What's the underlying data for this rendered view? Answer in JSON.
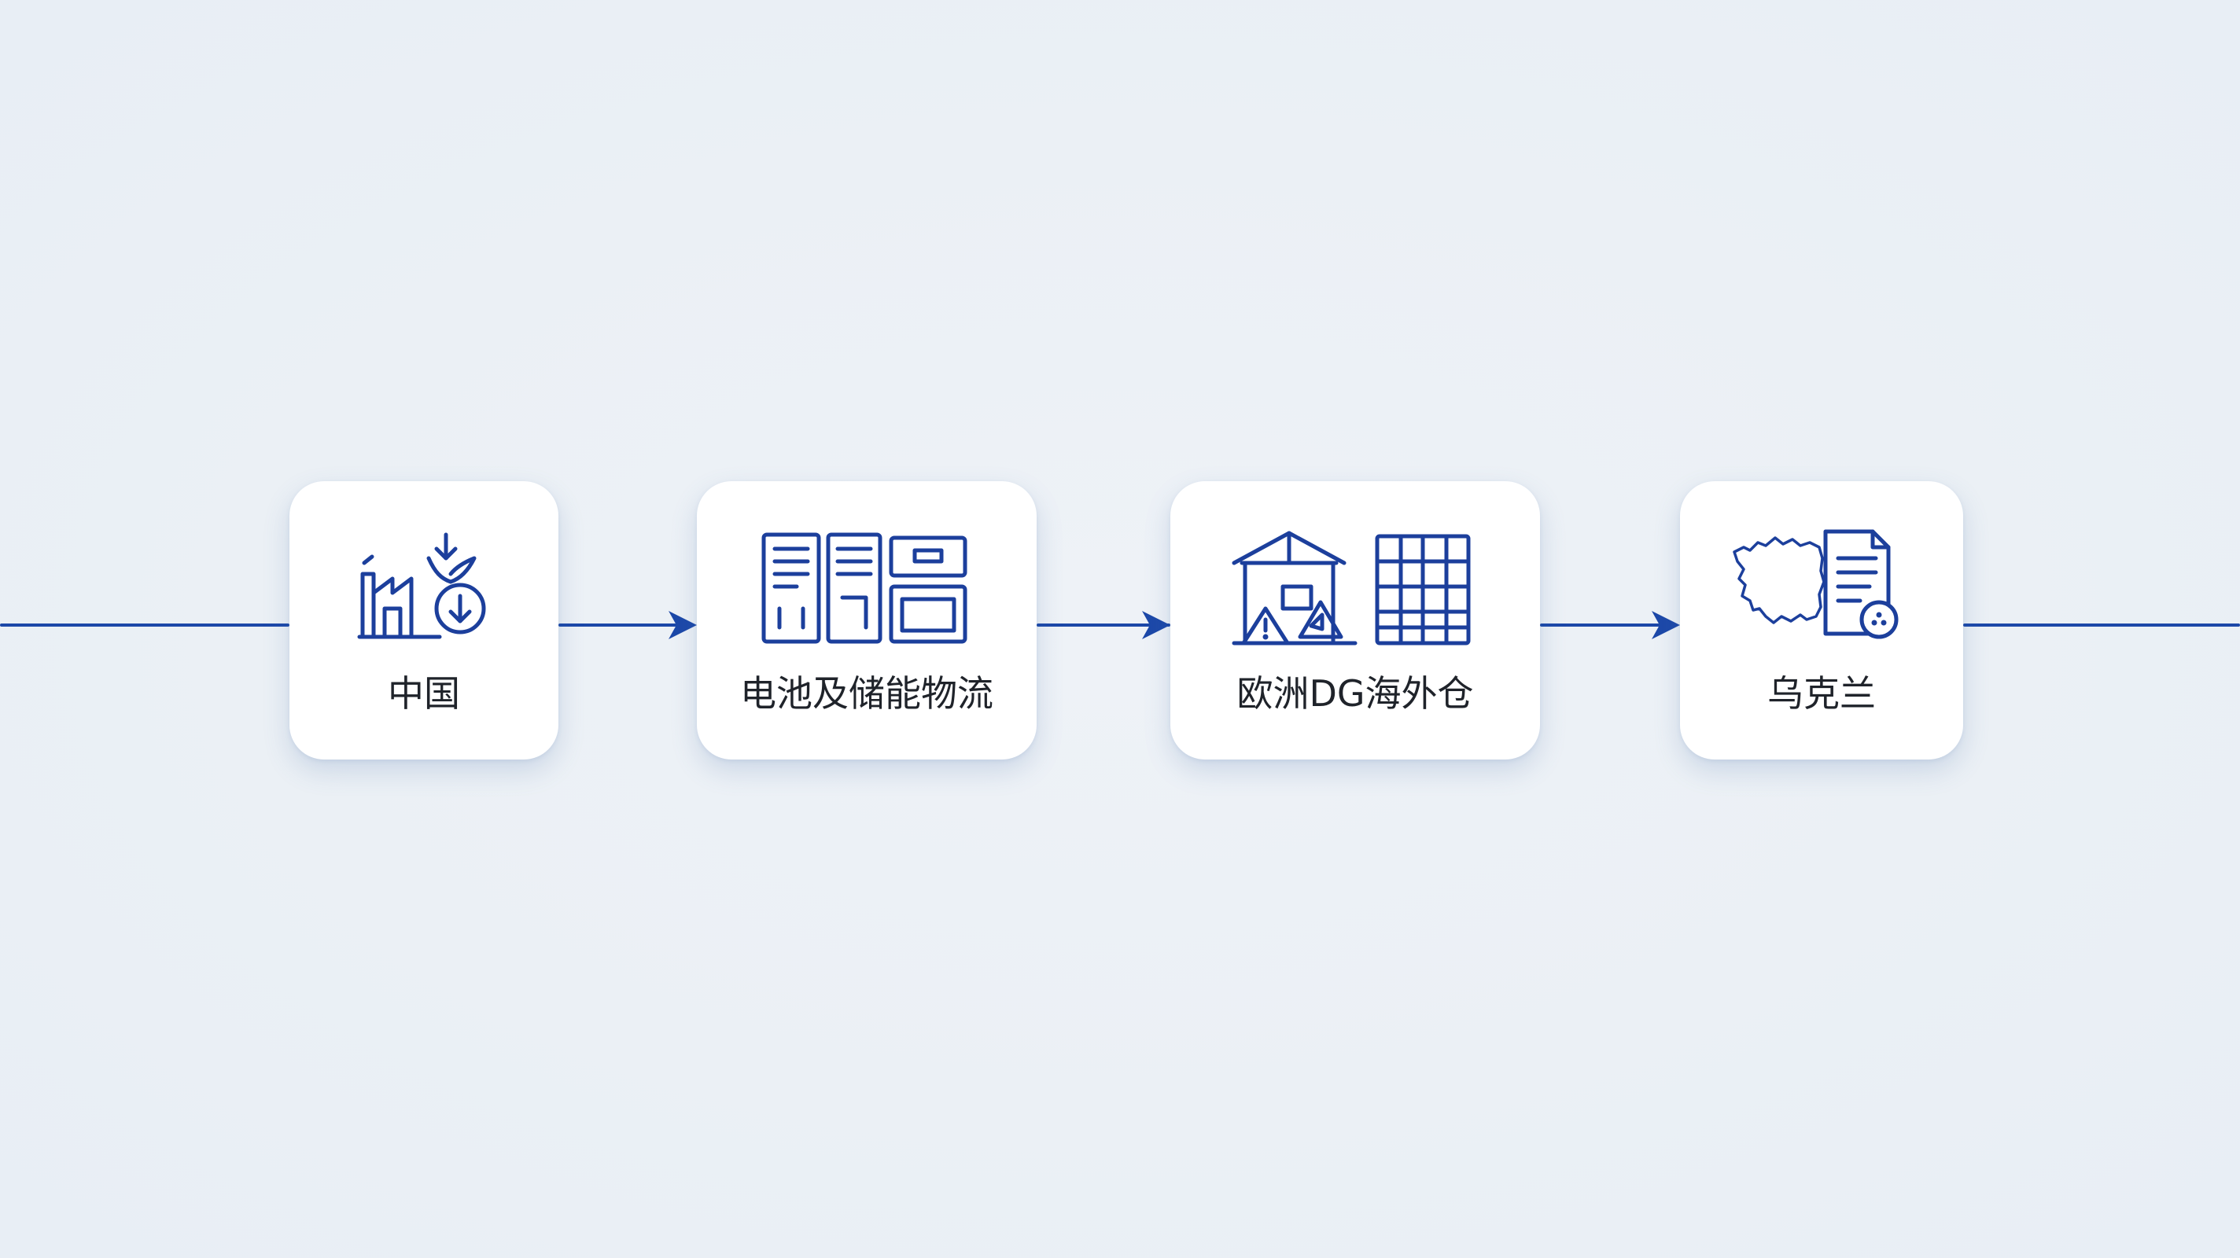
{
  "flow": {
    "steps": [
      {
        "label": "中国",
        "icon": "factory-download-icon"
      },
      {
        "label": "电池及储能物流",
        "icon": "battery-storage-icon"
      },
      {
        "label": "欧洲DG海外仓",
        "icon": "dg-warehouse-icon"
      },
      {
        "label": "乌克兰",
        "icon": "ukraine-map-document-icon"
      }
    ]
  },
  "colors": {
    "accent": "#1c3f9c",
    "line": "#1c48a8",
    "card": "#ffffff",
    "background": "#ebf0f5",
    "text": "#1f232a"
  }
}
